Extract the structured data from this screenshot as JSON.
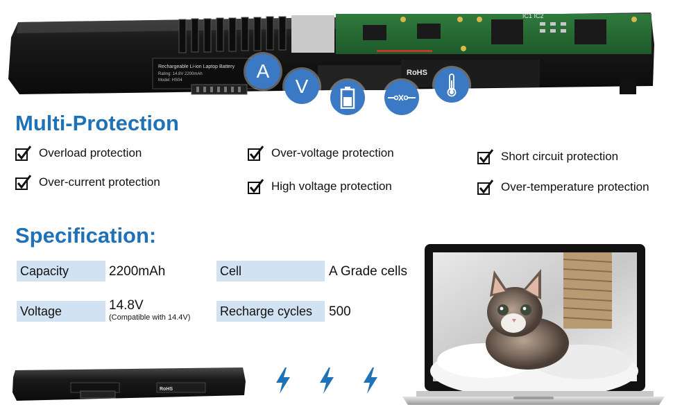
{
  "hero": {
    "label_line1": "Rechargeable Li-ion Laptop Battery",
    "label_line2": "Rating: 14.8V  2200mAh",
    "label_line3": "Model: HS04",
    "rohs": "RoHS",
    "chip_label": "IC1  IC2",
    "badges": {
      "amp": "A",
      "volt": "V"
    }
  },
  "multi_protection": {
    "title": "Multi-Protection",
    "features": [
      "Overload protection",
      "Over-voltage protection",
      "Short circuit protection",
      "Over-current protection",
      "High voltage protection",
      "Over-temperature protection"
    ]
  },
  "specification": {
    "title": "Specification:",
    "rows": [
      {
        "label": "Capacity",
        "value": "2200mAh",
        "sub": ""
      },
      {
        "label": "Cell",
        "value": "A Grade cells",
        "sub": ""
      },
      {
        "label": "Voltage",
        "value": "14.8V",
        "sub": "(Compatible with 14.4V)"
      },
      {
        "label": "Recharge cycles",
        "value": "500",
        "sub": ""
      }
    ]
  },
  "bottom_battery": {
    "rohs": "RoHS"
  },
  "colors": {
    "accent": "#1f72b8",
    "badge": "#3b79c4",
    "spec_label_bg": "#d1e2f2"
  }
}
